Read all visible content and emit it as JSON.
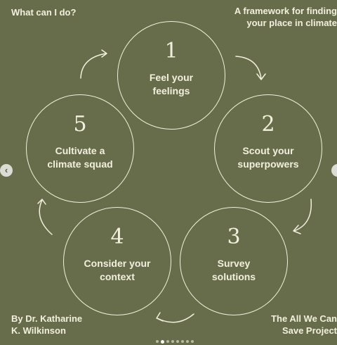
{
  "header": {
    "question": "What can I do?",
    "framework_line1": "A framework for finding",
    "framework_line2": "your place in climate"
  },
  "steps": [
    {
      "number": "1",
      "line1": "Feel your",
      "line2": "feelings"
    },
    {
      "number": "2",
      "line1": "Scout your",
      "line2": "superpowers"
    },
    {
      "number": "3",
      "line1": "Survey",
      "line2": "solutions"
    },
    {
      "number": "4",
      "line1": "Consider your",
      "line2": "context"
    },
    {
      "number": "5",
      "line1": "Cultivate a",
      "line2": "climate squad"
    }
  ],
  "footer": {
    "author_line1": "By Dr. Katharine",
    "author_line2": "K. Wilkinson",
    "project_line1": "The All We Can",
    "project_line2": "Save Project"
  },
  "carousel": {
    "prev_icon": "chevron-left-icon",
    "next_icon": "chevron-right-icon",
    "slide_count": 8,
    "active_slide": 2
  },
  "colors": {
    "background": "#676d4a",
    "foreground": "#f3efdf"
  }
}
